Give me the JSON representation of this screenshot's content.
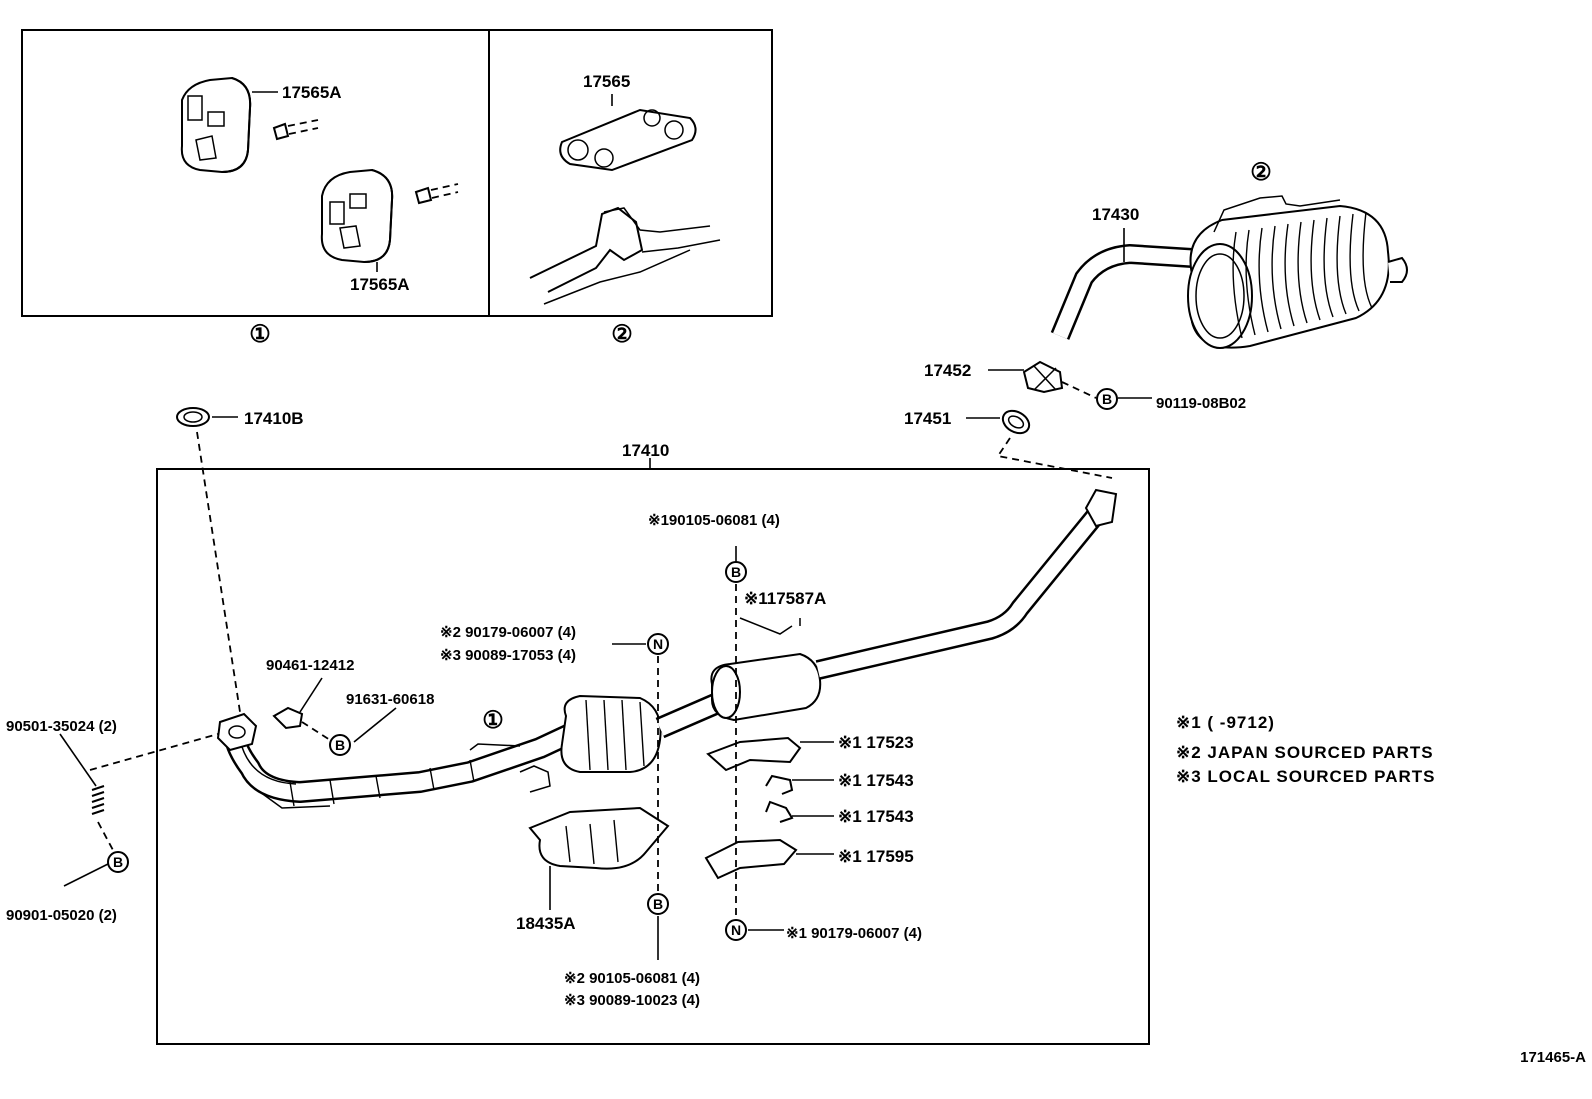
{
  "labels": {
    "l17565A_top": "17565A",
    "l17565A_bot": "17565A",
    "l17565": "17565",
    "inset1_marker": "①",
    "inset2_marker": "②",
    "muffler_marker": "②",
    "l17430": "17430",
    "l17452": "17452",
    "l17451": "17451",
    "l90119": "90119-08B02",
    "l17410B": "17410B",
    "l17410": "17410",
    "r1_90105": "※190105-06081 (4)",
    "r1_17587A": "※117587A",
    "n2_90179": "※2  90179-06007 (4)",
    "n3_90089": "※3  90089-17053 (4)",
    "l90461": "90461-12412",
    "l91631": "91631-60618",
    "cat_marker": "①",
    "l90501": "90501-35024 (2)",
    "l90901": "90901-05020 (2)",
    "r1_17523": "※1 17523",
    "r1_17543a": "※1 17543",
    "r1_17543b": "※1 17543",
    "r1_17595": "※1 17595",
    "l18435A": "18435A",
    "n1_90179": "※1  90179-06007 (4)",
    "b2_90105": "※2  90105-06081 (4)",
    "b3_90089": "※3  90089-10023 (4)",
    "diagram_id": "171465-A"
  },
  "notes": [
    "※1 (      -9712)",
    "※2 JAPAN SOURCED PARTS",
    "※3 LOCAL SOURCED PARTS"
  ],
  "symbols": {
    "bolt": "B",
    "nut": "N"
  }
}
